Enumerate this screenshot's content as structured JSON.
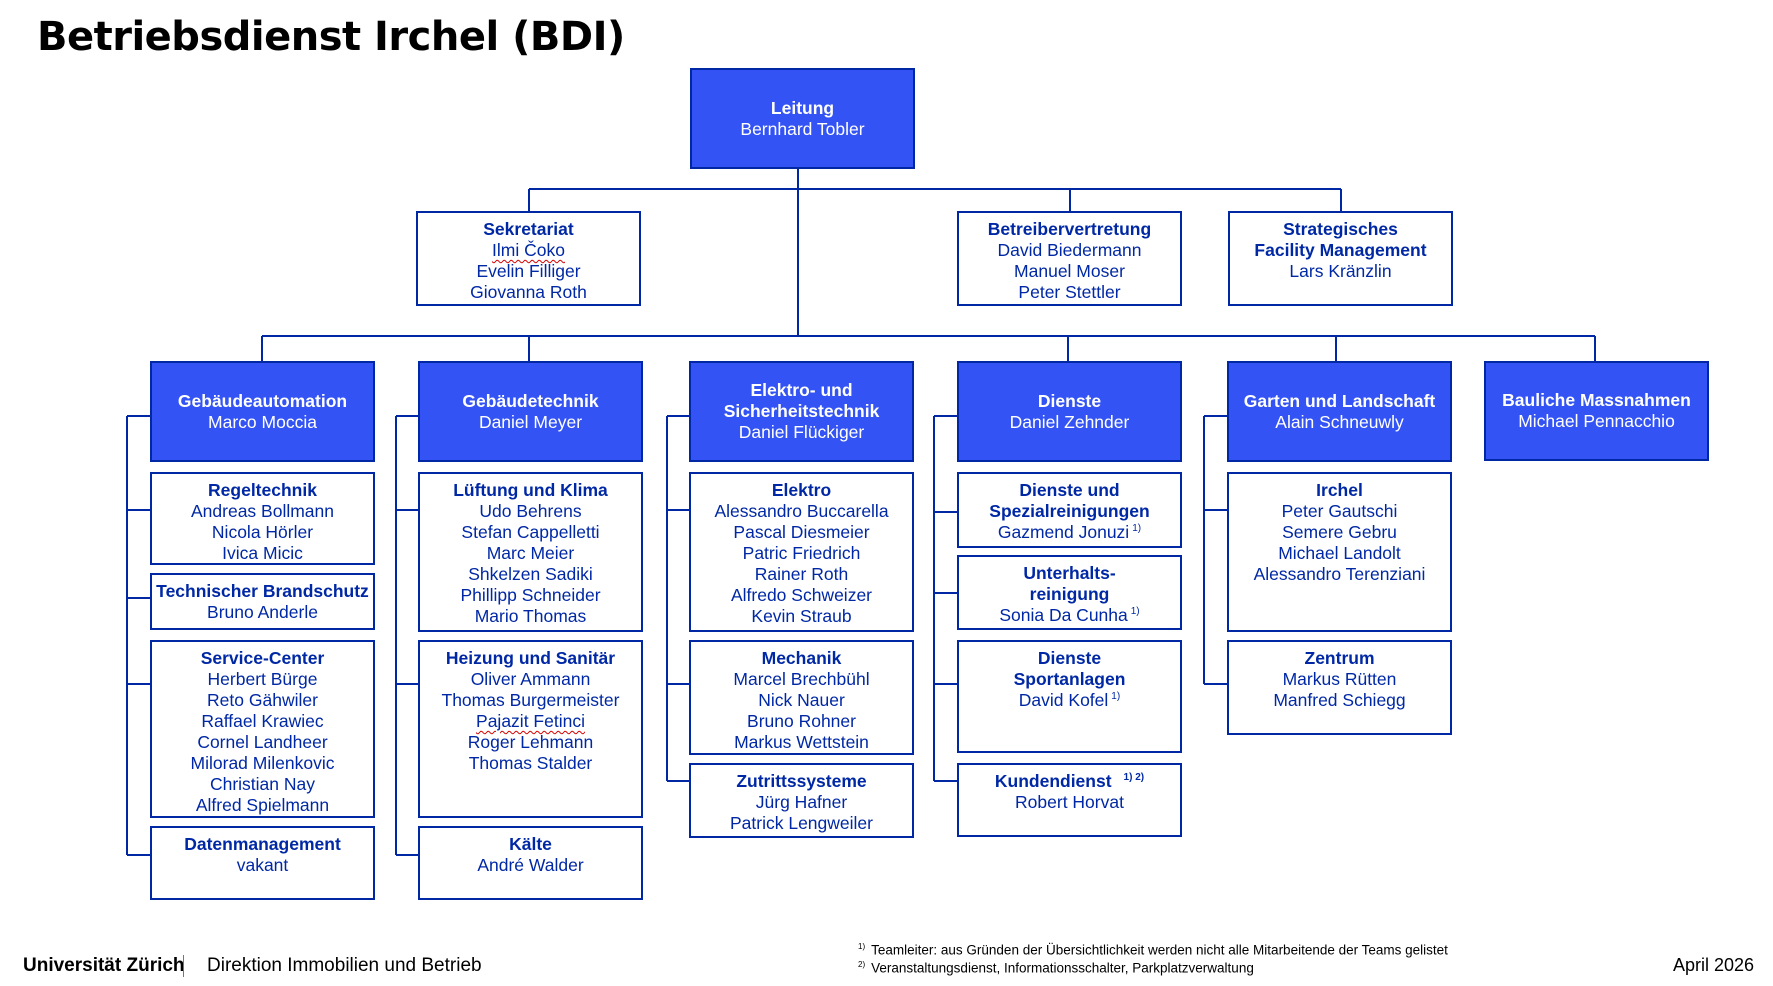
{
  "title": "Betriebsdienst Irchel (BDI)",
  "colors": {
    "accent": "#3353f5",
    "line": "#0028a5"
  },
  "leitung": {
    "heading": "Leitung",
    "name": "Bernhard Tobler"
  },
  "staff": [
    {
      "heading": "Sekretariat",
      "names": [
        "Ilmi Čoko",
        "Evelin Filliger",
        "Giovanna Roth"
      ]
    },
    {
      "heading": "Betreibervertretung",
      "names": [
        "David Biedermann",
        "Manuel Moser",
        "Peter Stettler"
      ]
    },
    {
      "heading": "Strategisches\nFacility Management",
      "names": [
        "Lars Kränzlin"
      ]
    }
  ],
  "departments": [
    {
      "heading": "Gebäudeautomation",
      "lead": "Marco Moccia"
    },
    {
      "heading": "Gebäudetechnik",
      "lead": "Daniel Meyer"
    },
    {
      "heading": "Elektro- und\nSicherheitstechnik",
      "lead": "Daniel Flückiger"
    },
    {
      "heading": "Dienste",
      "lead": "Daniel Zehnder"
    },
    {
      "heading": "Garten und Landschaft",
      "lead": "Alain Schneuwly"
    },
    {
      "heading": "Bauliche Massnahmen",
      "lead": "Michael Pennacchio"
    }
  ],
  "teams": {
    "gebaeudeautomation": [
      {
        "heading": "Regeltechnik",
        "names": [
          "Andreas Bollmann",
          "Nicola Hörler",
          "Ivica Micic"
        ]
      },
      {
        "heading": "Technischer Brandschutz",
        "names": [
          "Bruno Anderle"
        ]
      },
      {
        "heading": "Service-Center",
        "names": [
          "Herbert Bürge",
          "Reto Gähwiler",
          "Raffael Krawiec",
          "Cornel Landheer",
          "Milorad Milenkovic",
          "Christian Nay",
          "Alfred Spielmann"
        ]
      },
      {
        "heading": "Datenmanagement",
        "names": [
          "vakant"
        ]
      }
    ],
    "gebaeudetechnik": [
      {
        "heading": "Lüftung und Klima",
        "names": [
          "Udo Behrens",
          "Stefan Cappelletti",
          "Marc Meier",
          "Shkelzen Sadiki",
          "Phillipp Schneider",
          "Mario Thomas"
        ]
      },
      {
        "heading": "Heizung und Sanitär",
        "names": [
          "Oliver Ammann",
          "Thomas Burgermeister",
          "Pajazit Fetinci",
          "Roger Lehmann",
          "Thomas Stalder"
        ]
      },
      {
        "heading": "Kälte",
        "names": [
          "André Walder"
        ]
      }
    ],
    "elektro": [
      {
        "heading": "Elektro",
        "names": [
          "Alessandro Buccarella",
          "Pascal Diesmeier",
          "Patric Friedrich",
          "Rainer Roth",
          "Alfredo Schweizer",
          "Kevin Straub"
        ]
      },
      {
        "heading": "Mechanik",
        "names": [
          "Marcel Brechbühl",
          "Nick Nauer",
          "Bruno Rohner",
          "Markus Wettstein"
        ]
      },
      {
        "heading": "Zutrittssysteme",
        "names": [
          "Jürg Hafner",
          "Patrick Lengweiler"
        ]
      }
    ],
    "dienste": [
      {
        "heading": "Dienste und\nSpezialreinigungen",
        "names": [
          "Gazmend Jonuzi"
        ],
        "footnote": "1)"
      },
      {
        "heading": "Unterhalts-\nreinigung",
        "names": [
          "Sonia Da Cunha"
        ],
        "footnote": "1)"
      },
      {
        "heading": "Dienste\nSportanlagen",
        "names": [
          "David Kofel"
        ],
        "footnote": "1)"
      },
      {
        "heading": "Kundendienst",
        "heading_footnote": "1) 2)",
        "names": [
          "Robert Horvat"
        ]
      }
    ],
    "garten": [
      {
        "heading": "Irchel",
        "names": [
          "Peter Gautschi",
          "Semere Gebru",
          "Michael Landolt",
          "Alessandro Terenziani"
        ]
      },
      {
        "heading": "Zentrum",
        "names": [
          "Markus Rütten",
          "Manfred Schiegg"
        ]
      }
    ]
  },
  "footer": {
    "university": "Universität Zürich",
    "department": "Direktion Immobilien und Betrieb",
    "note1_marker": "1)",
    "note1": "Teamleiter: aus Gründen der Übersichtlichkeit werden nicht alle Mitarbeitende der Teams gelistet",
    "note2_marker": "2)",
    "note2": "Veranstaltungsdienst, Informationsschalter, Parkplatzverwaltung",
    "date": "April 2026"
  }
}
